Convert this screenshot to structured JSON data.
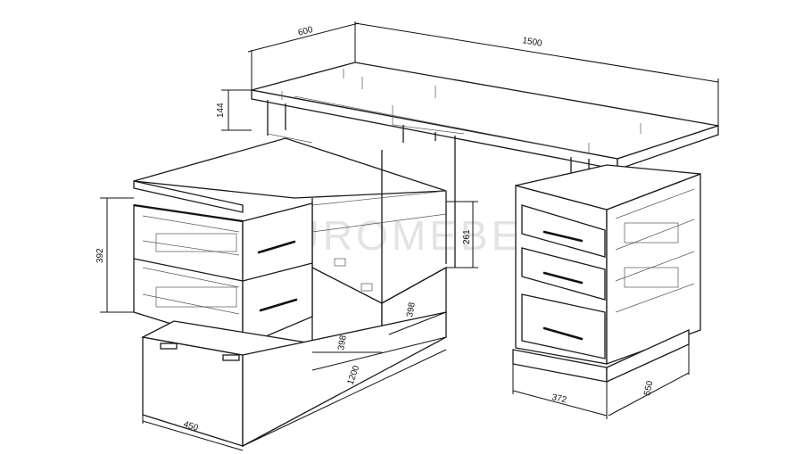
{
  "dimensions": {
    "depth_top": "600",
    "width_top": "1500",
    "top_thickness": "144",
    "left_drawer_height": "392",
    "center_drawer_height": "261",
    "niche_width_left": "398",
    "niche_width_right": "398",
    "base_length": "1200",
    "base_depth": "450",
    "right_pedestal_width": "372",
    "right_pedestal_depth": "550"
  },
  "watermark": "EUROMEBEL"
}
